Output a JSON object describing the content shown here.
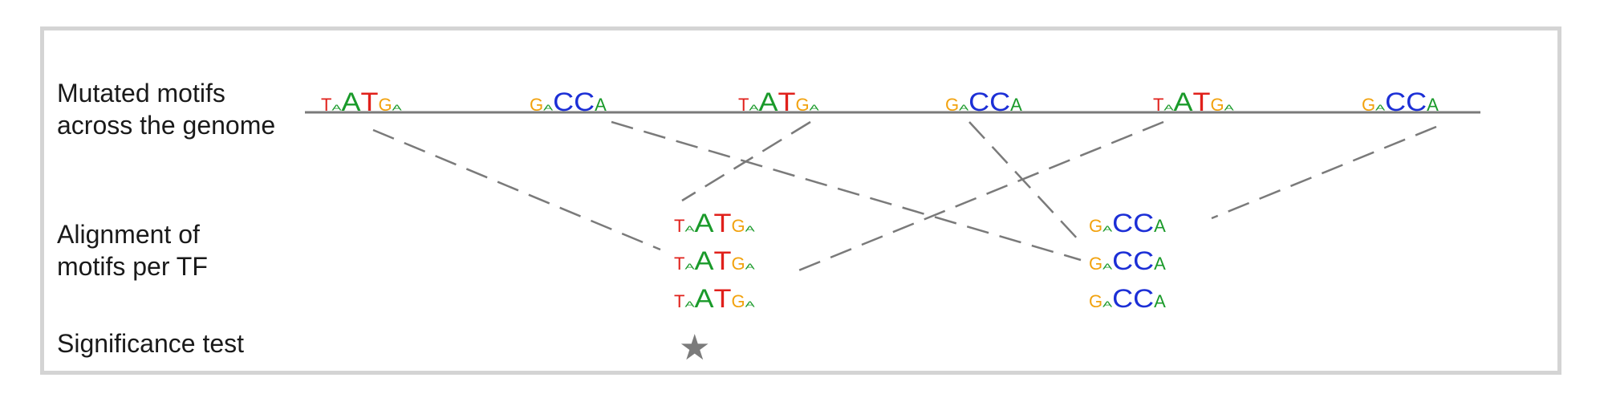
{
  "labels": {
    "mutated": "Mutated motifs\nacross the genome",
    "alignment": "Alignment of\nmotifs per TF",
    "significance": "Significance test"
  },
  "colors": {
    "A": "#1a9a2a",
    "T": "#e0201b",
    "G": "#f2a20e",
    "C": "#1c2fd6",
    "dash": "#7a7a7a",
    "genome_line": "#7a7a7a",
    "star": "#7b7b7b",
    "frame": "#d4d4d4"
  },
  "motifs": {
    "TATG": {
      "letters": [
        {
          "top": "T",
          "bottom": "A",
          "color_top": "T",
          "color_bot": "A"
        },
        {
          "big": "A"
        },
        {
          "big": "T"
        },
        {
          "top": "G",
          "bottom": "A",
          "color_top": "G",
          "color_bot": "A"
        }
      ]
    },
    "GCCA": {
      "letters": [
        {
          "top": "G",
          "bottom": "A",
          "color_top": "G",
          "color_bot": "A"
        },
        {
          "big": "C"
        },
        {
          "big": "C"
        },
        {
          "top": "A",
          "bottom": "",
          "color_top": "A"
        }
      ]
    }
  },
  "significance_icon": "star-icon",
  "star_glyph": "★"
}
